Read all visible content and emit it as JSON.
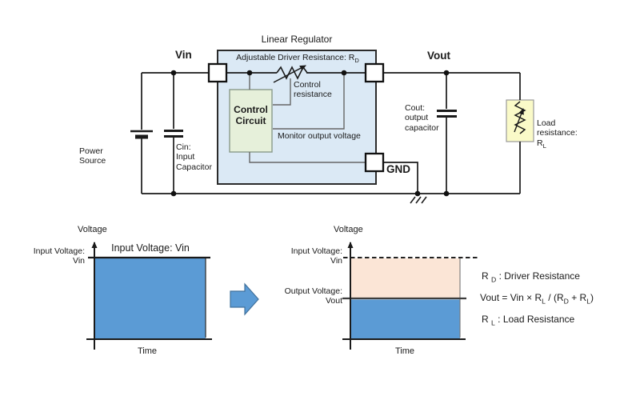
{
  "colors": {
    "regulator_fill": "#DBE9F5",
    "control_fill": "#E6F0DA",
    "load_fill": "#FAFAC8",
    "graph_blue": "#5B9BD5",
    "graph_peach": "#FBE5D6",
    "arrow_blue": "#5B9BD5"
  },
  "circuit": {
    "title": "Linear Regulator",
    "adjustable": {
      "main": "Adjustable Driver Resistance: R",
      "sub": "D"
    },
    "vin": "Vin",
    "vout": "Vout",
    "gnd": "GND",
    "control_circuit": {
      "line1": "Control",
      "line2": "Circuit"
    },
    "control_resistance": {
      "line1": "Control",
      "line2": "resistance"
    },
    "monitor": "Monitor output voltage",
    "power_source": {
      "line1": "Power",
      "line2": "Source"
    },
    "cin": {
      "line1": "Cin:",
      "line2": "Input",
      "line3": "Capacitor"
    },
    "cout": {
      "line1": "Cout:",
      "line2": "output",
      "line3": "capacitor"
    },
    "load": {
      "line1": "Load",
      "line2": "resistance:",
      "r": "R",
      "r_sub": "L"
    }
  },
  "graphs": {
    "left": {
      "y_label": "Voltage",
      "x_label": "Time",
      "inside_title": "Input Voltage: Vin",
      "axis_line1": "Input Voltage:",
      "axis_line2": "Vin"
    },
    "right": {
      "y_label": "Voltage",
      "x_label": "Time",
      "vin_line1": "Input Voltage:",
      "vin_line2": "Vin",
      "vout_line1": "Output Voltage:",
      "vout_line2": "Vout"
    }
  },
  "formulas": {
    "rd": {
      "r": "R",
      "sub": "D",
      "rest": " : Driver Resistance"
    },
    "vout": {
      "p1": "Vout = Vin × R",
      "s1": "L",
      "p2": " / (R",
      "s2": "D",
      "p3": " + R",
      "s3": "L",
      "p4": ")"
    },
    "rl": {
      "r": "R",
      "sub": "L",
      "rest": " : Load Resistance"
    }
  },
  "chart_data": [
    {
      "type": "area",
      "title": "Input Voltage: Vin",
      "xlabel": "Time",
      "ylabel": "Voltage",
      "series": [
        {
          "name": "Input Voltage Vin",
          "values": "constant level Vin over time (relative level 1.0)"
        }
      ],
      "grid": false
    },
    {
      "type": "area",
      "xlabel": "Time",
      "ylabel": "Voltage",
      "series": [
        {
          "name": "Input Voltage Vin (dashed reference)",
          "values": "constant relative level 1.0"
        },
        {
          "name": "Output Voltage Vout (blue area)",
          "values": "constant relative level ~0.5"
        },
        {
          "name": "Dropped voltage across driver resistance (peach area)",
          "values": "between Vout and Vin"
        }
      ],
      "grid": false
    }
  ]
}
